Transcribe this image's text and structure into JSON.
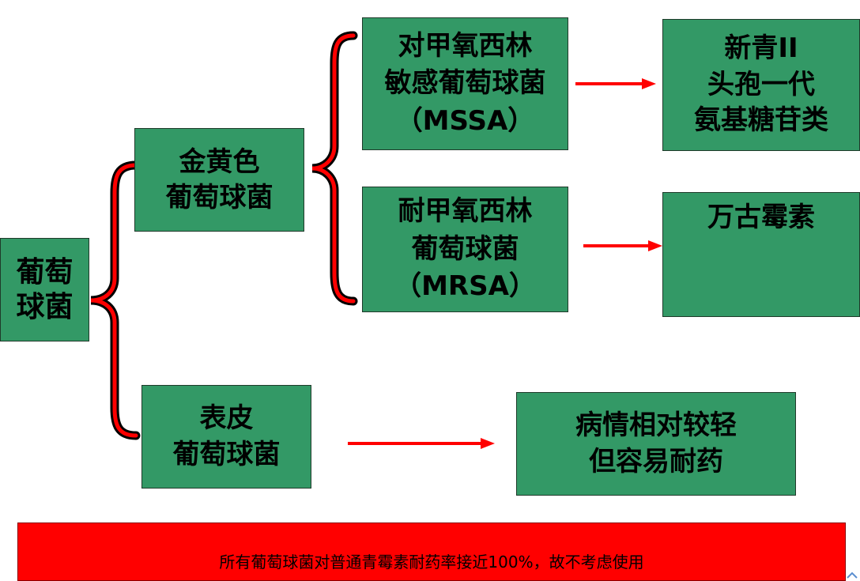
{
  "nodes": {
    "root": {
      "lines": [
        "葡萄",
        "球菌"
      ]
    },
    "golden": {
      "lines": [
        "金黄色",
        "葡萄球菌"
      ]
    },
    "mssa": {
      "lines": [
        "对甲氧西林",
        "敏感葡萄球菌",
        "（MSSA）"
      ]
    },
    "mrsa": {
      "lines": [
        "耐甲氧西林",
        "葡萄球菌",
        "（MRSA）"
      ]
    },
    "epidermidis": {
      "lines": [
        "表皮",
        "葡萄球菌"
      ]
    },
    "mssa_treatment": {
      "lines": [
        "新青II",
        "头孢一代",
        "氨基糖苷类"
      ]
    },
    "mrsa_treatment": {
      "lines": [
        "万古霉素"
      ]
    },
    "epidermidis_note": {
      "lines": [
        "病情相对较轻",
        "但容易耐药"
      ]
    }
  },
  "banner": {
    "text": "所有葡萄球菌对普通青霉素耐药率接近100%，故不考虑使用"
  },
  "colors": {
    "box_fill": "#339966",
    "brace": "#000000",
    "brace_fill": "#ff0000",
    "arrow": "#ff0000",
    "banner": "#ff0000"
  }
}
